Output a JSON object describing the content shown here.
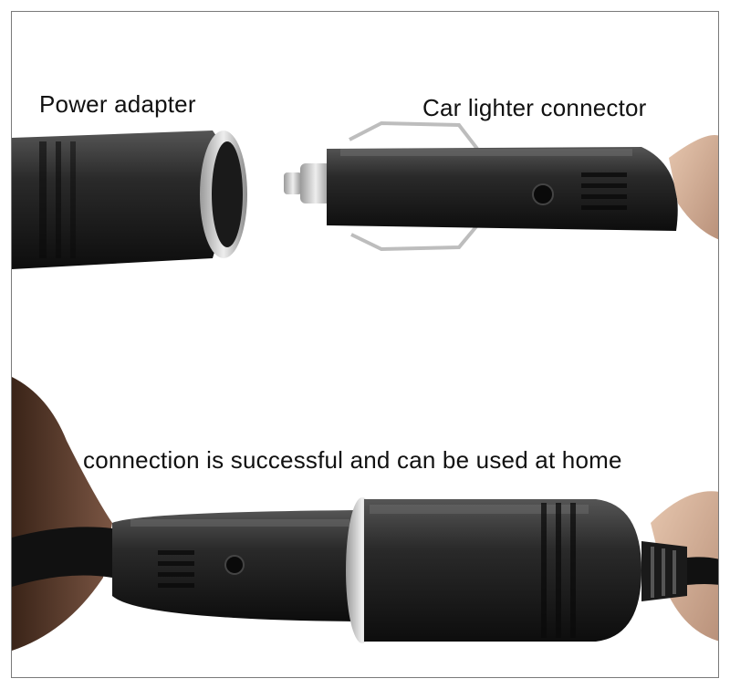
{
  "labels": {
    "power_adapter": "Power adapter",
    "car_lighter_connector": "Car lighter connector",
    "connection": "connection is successful and can be used at home"
  },
  "colors": {
    "border": "#7a7a7a",
    "plastic_dark": "#1b1b1b",
    "chrome": "#c8c8c8",
    "skin": "#d8b8a0",
    "skin_dark": "#5a3a2a"
  }
}
